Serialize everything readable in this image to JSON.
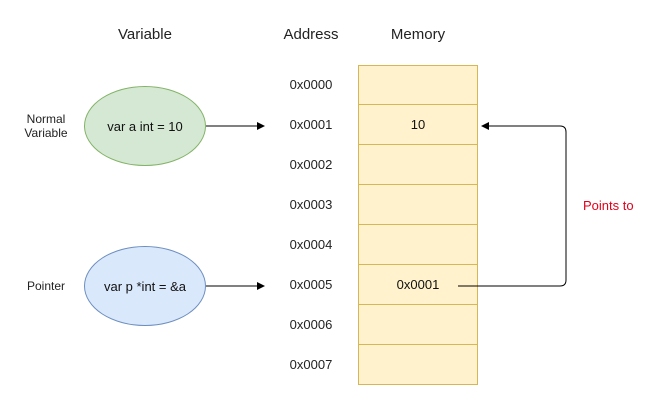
{
  "headers": {
    "variable": "Variable",
    "address": "Address",
    "memory": "Memory"
  },
  "normal_variable": {
    "label_line1": "Normal",
    "label_line2": "Variable",
    "code": "var a int = 10",
    "fill": "#d5e8d4",
    "stroke": "#82b366"
  },
  "pointer": {
    "label": "Pointer",
    "code": "var p *int = &a",
    "fill": "#dae8fc",
    "stroke": "#6c8ebf"
  },
  "addresses": [
    "0x0000",
    "0x0001",
    "0x0002",
    "0x0003",
    "0x0004",
    "0x0005",
    "0x0006",
    "0x0007"
  ],
  "memory_cells": [
    "",
    "10",
    "",
    "",
    "",
    "0x0001",
    "",
    ""
  ],
  "memory_colors": {
    "fill": "#fff2cc",
    "stroke": "#d6b656"
  },
  "points_to_label": "Points to",
  "points_to_color": "#e3001b"
}
